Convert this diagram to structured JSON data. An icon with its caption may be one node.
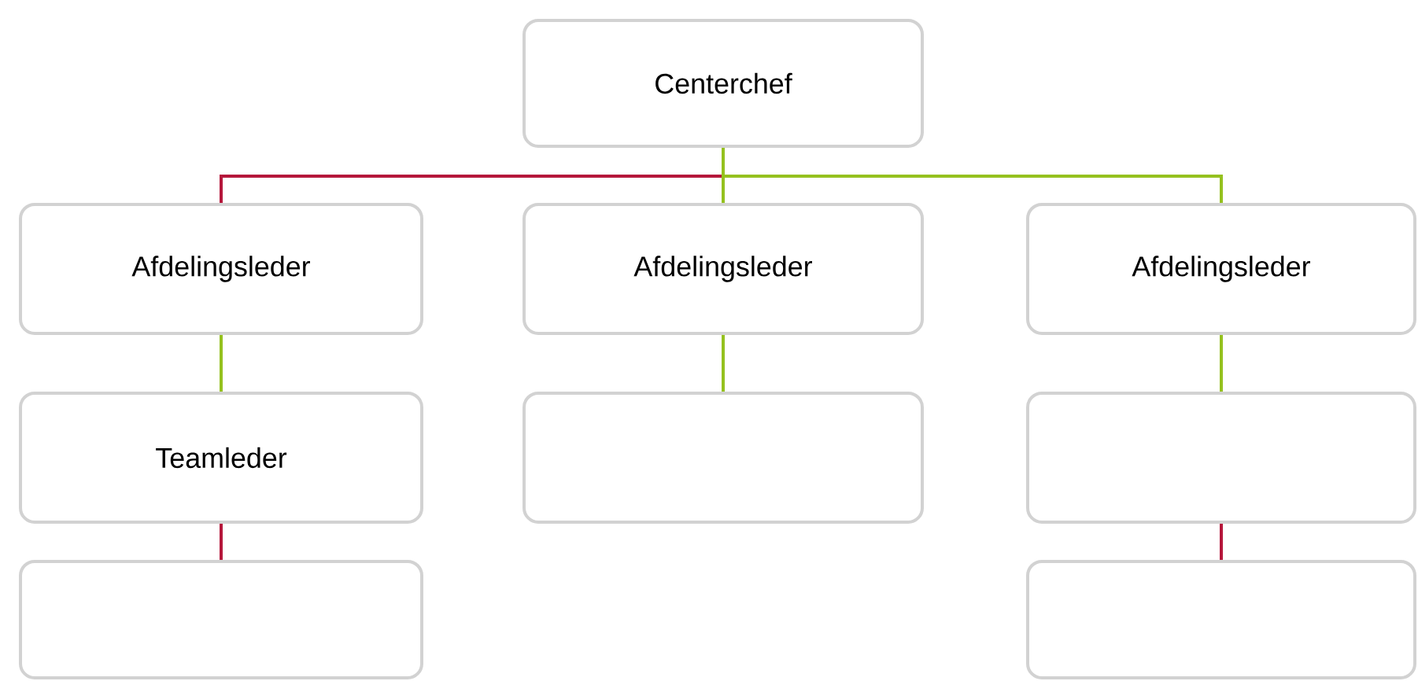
{
  "diagram": {
    "nodes": [
      {
        "text": [
          "Centerchef"
        ]
      },
      {
        "text": [
          "Afdelingsleder"
        ]
      },
      {
        "text": [
          "Afdelingsleder"
        ]
      },
      {
        "text": [
          "Afdelingsleder"
        ]
      },
      {
        "text": [
          "Teamleder"
        ]
      },
      {
        "text": [],
        "shape": "box"
      },
      {
        "text": [],
        "shape": "box"
      },
      {
        "text": [],
        "shape": "box"
      },
      {
        "text": [],
        "shape": "box"
      }
    ],
    "edges": [
      {
        "from": 0,
        "to": 1,
        "arrow": "none",
        "color": "#b5173b"
      },
      {
        "from": 0,
        "to": 2,
        "arrow": "none"
      },
      {
        "from": 0,
        "to": 3,
        "arrow": "none"
      },
      {
        "from": 1,
        "to": 4,
        "arrow": "none"
      },
      {
        "from": 2,
        "to": 5,
        "arrow": "none"
      },
      {
        "from": 3,
        "to": 6,
        "arrow": "none"
      },
      {
        "from": 4,
        "to": 7,
        "arrow": "none",
        "color": "#b5173b"
      },
      {
        "from": 6,
        "to": 8,
        "arrow": "none",
        "color": "#b5173b"
      }
    ]
  }
}
